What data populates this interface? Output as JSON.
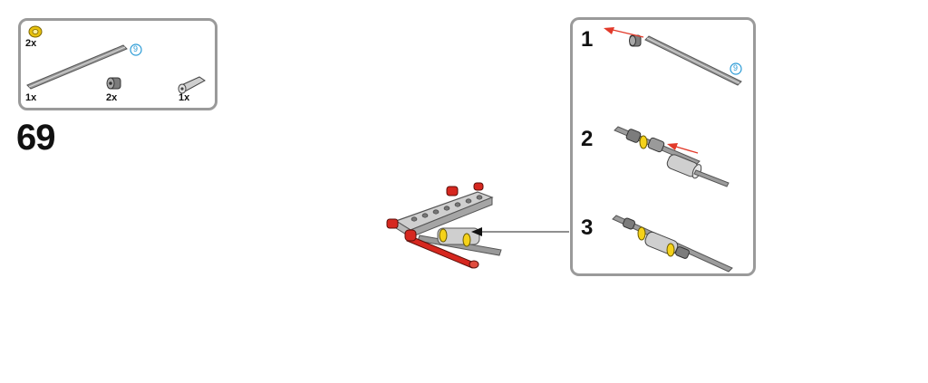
{
  "step_number": "69",
  "parts_list": [
    {
      "icon": "yellow-bush-icon",
      "qty": "2x"
    },
    {
      "icon": "axle-9-icon",
      "qty": "1x",
      "length_label": "9"
    },
    {
      "icon": "grey-bush-icon",
      "qty": "2x"
    },
    {
      "icon": "axle-connector-icon",
      "qty": "1x"
    }
  ],
  "substeps": [
    {
      "number": "1",
      "length_label": "9"
    },
    {
      "number": "2"
    },
    {
      "number": "3"
    }
  ],
  "colors": {
    "frame": "#9a9a9a",
    "axle": "#8e8e8e",
    "yellow": "#f5d21a",
    "red": "#d6271f",
    "light_grey": "#cfcfcf",
    "arrow": "#e23a2a"
  }
}
